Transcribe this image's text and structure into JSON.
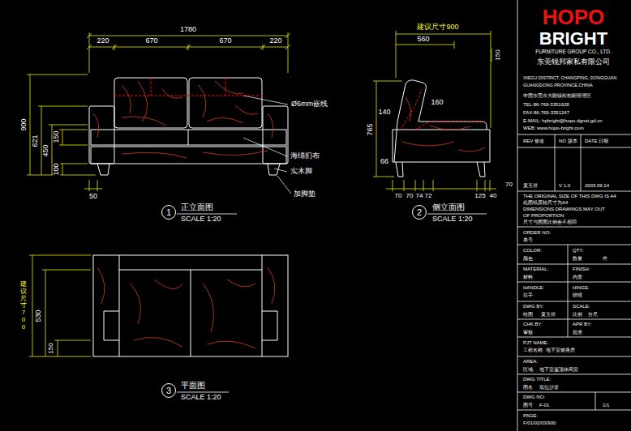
{
  "diagram": {
    "nodes": [
      {
        "text": [
          "1"
        ]
      },
      {
        "text": [
          "2"
        ]
      },
      {
        "text": [
          "3"
        ]
      }
    ],
    "labels": [
      "1780",
      "220",
      "670",
      "670",
      "220",
      "900",
      "621",
      "450",
      "150",
      "100",
      "50",
      "Ø6mm嵌线",
      "海绵扪布",
      "实木脚",
      "加脚垫",
      "正立面图",
      "SCALE 1:20",
      "建议尺寸900",
      "560",
      "150",
      "140",
      "160",
      "765",
      "66",
      "70",
      "70",
      "74",
      "72",
      "125",
      "40",
      "70",
      "侧立面图",
      "SCALE 1:20",
      "建议尺寸700",
      "530",
      "150",
      "平面图",
      "SCALE 1:20",
      "HOPO",
      "BRIGHT",
      "FURNITURE GROUP CO., LTD.",
      "东莞锐邦家私有限公司",
      "XIEGU DISTRICT, CHANGPING, DONGGUAN",
      "GUANGDONG PROVINCE,CHINA",
      "中国东莞市大朗镇松柏朗管理区",
      "TEL:86-769-3351628",
      "FAX:86-769-3351247",
      "E-MAIL: hpbright@hopo.dgnet.gd.cn",
      "WEB: www.hopo-bright.com",
      "REV 修改",
      "NO 版本",
      "DATE 日期",
      "黄玉祥",
      "V 1.0",
      "2003.09.14",
      "THE ORIGINAL SIZE OF THIS DWG IS A4",
      "此图纸原始尺寸为A4",
      "DIMENSIONS DRAWINGS MAY OUT",
      "OF PROPORTION",
      "尺寸与图面比例会不相同",
      "ORDER NO:",
      "单号",
      "COLOR:",
      "QTY:",
      "颜色",
      "数量",
      "件",
      "MATERIAL:",
      "FINISH:",
      "材料",
      "内里",
      "HANDLE:",
      "HINGE:",
      "拉手",
      "铰链",
      "DWG BY:",
      "SCALE:",
      "绘图",
      "黄玉祥",
      "比例",
      "分尺",
      "CHK BY:",
      "APR BY:",
      "审核",
      "批准",
      "PJT NAME:",
      "工程名称",
      "地下室健身房",
      "AREA:",
      "区域:",
      "地下室屋顶休闲室",
      "DWG TITLE:",
      "图名",
      "双位沙发",
      "DWG NO:",
      "图号",
      "F-01",
      "1/1",
      "PAGE:",
      "F/01/02/03/900"
    ]
  }
}
